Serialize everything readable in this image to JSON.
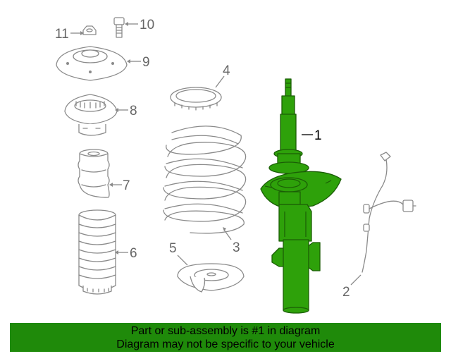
{
  "diagram": {
    "callouts": [
      {
        "number": "1",
        "part": "strut assembly",
        "highlighted": true
      },
      {
        "number": "2",
        "part": "sensor wire"
      },
      {
        "number": "3",
        "part": "coil spring"
      },
      {
        "number": "4",
        "part": "upper spring seat"
      },
      {
        "number": "5",
        "part": "lower spring seat"
      },
      {
        "number": "6",
        "part": "dust boot"
      },
      {
        "number": "7",
        "part": "bump stop"
      },
      {
        "number": "8",
        "part": "bearing"
      },
      {
        "number": "9",
        "part": "strut mount"
      },
      {
        "number": "10",
        "part": "bolt"
      },
      {
        "number": "11",
        "part": "nut"
      }
    ],
    "colors": {
      "highlight": "#2ea10a",
      "outline": "#8a8a8a",
      "banner": "#1f8a0a"
    }
  },
  "footer": {
    "line1": "Part or sub-assembly is #1 in diagram",
    "line2": "Diagram may not be specific to your vehicle"
  }
}
